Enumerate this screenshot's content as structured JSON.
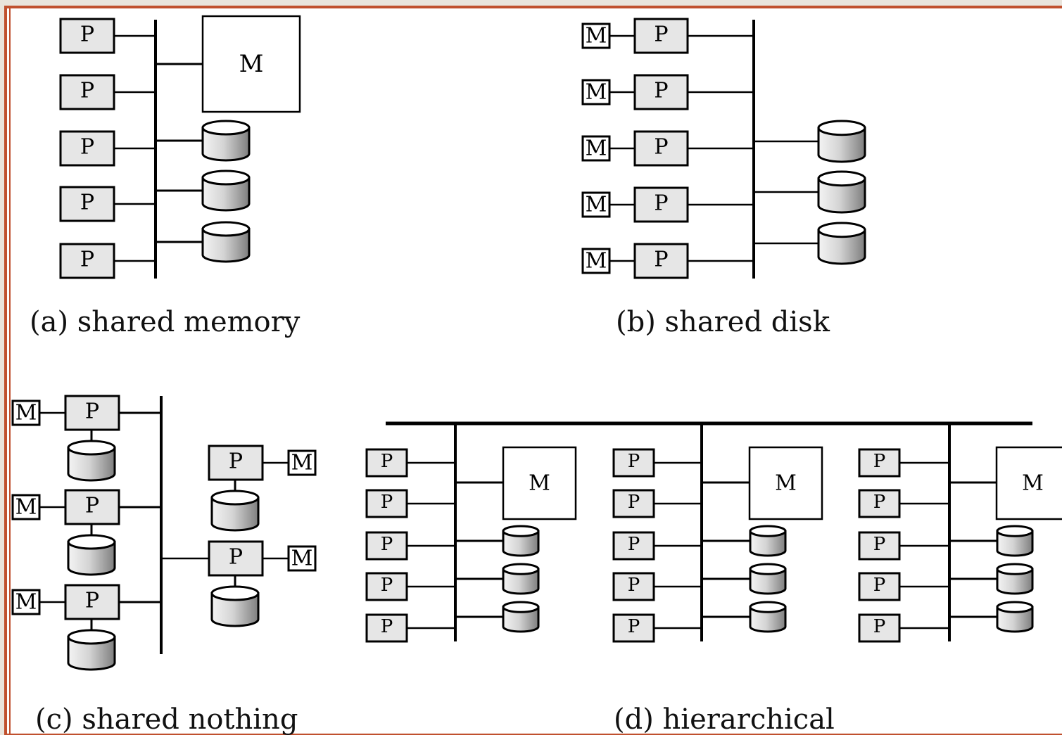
{
  "labels": {
    "processor": "P",
    "memory": "M"
  },
  "captions": {
    "a": "(a) shared memory",
    "b": "(b) shared disk",
    "c": "(c) shared nothing",
    "d": "(d) hierarchical"
  },
  "colors": {
    "frame_border": "#c0502e",
    "outer_background": "#e9e4dc",
    "panel_background": "#ffffff",
    "processor_fill": "#e6e6e6",
    "disk_fill_light": "#f2f2f2",
    "disk_fill_dark": "#8a8a8a"
  },
  "icons": {
    "processor": "processor-box",
    "memory": "memory-box",
    "disk": "disk-cylinder-icon"
  }
}
